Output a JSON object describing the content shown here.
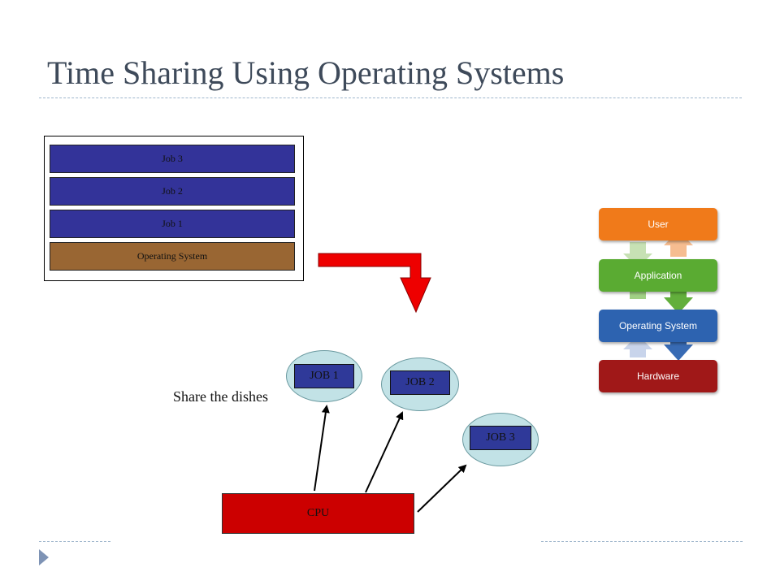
{
  "slide": {
    "title": "Time Sharing Using Operating Systems"
  },
  "memory_stack": {
    "bars": [
      {
        "label": "Job 3",
        "color": "#333399"
      },
      {
        "label": "Job 2",
        "color": "#333399"
      },
      {
        "label": "Job 1",
        "color": "#333399"
      },
      {
        "label": "Operating System",
        "color": "#996633"
      }
    ]
  },
  "time_sharing": {
    "caption": "Share the dishes",
    "jobs": [
      "JOB 1",
      "JOB 2",
      "JOB 3"
    ],
    "cpu_label": "CPU",
    "cpu_color": "#cc0000",
    "job_color": "#2f3999",
    "circle_color": "#c2e2e6"
  },
  "layers": {
    "items": [
      {
        "label": "User",
        "color": "#f07a1a"
      },
      {
        "label": "Application",
        "color": "#5aab32"
      },
      {
        "label": "Operating System",
        "color": "#2d63b0"
      },
      {
        "label": "Hardware",
        "color": "#a01818"
      }
    ]
  },
  "arrow_color": "#ee0000"
}
